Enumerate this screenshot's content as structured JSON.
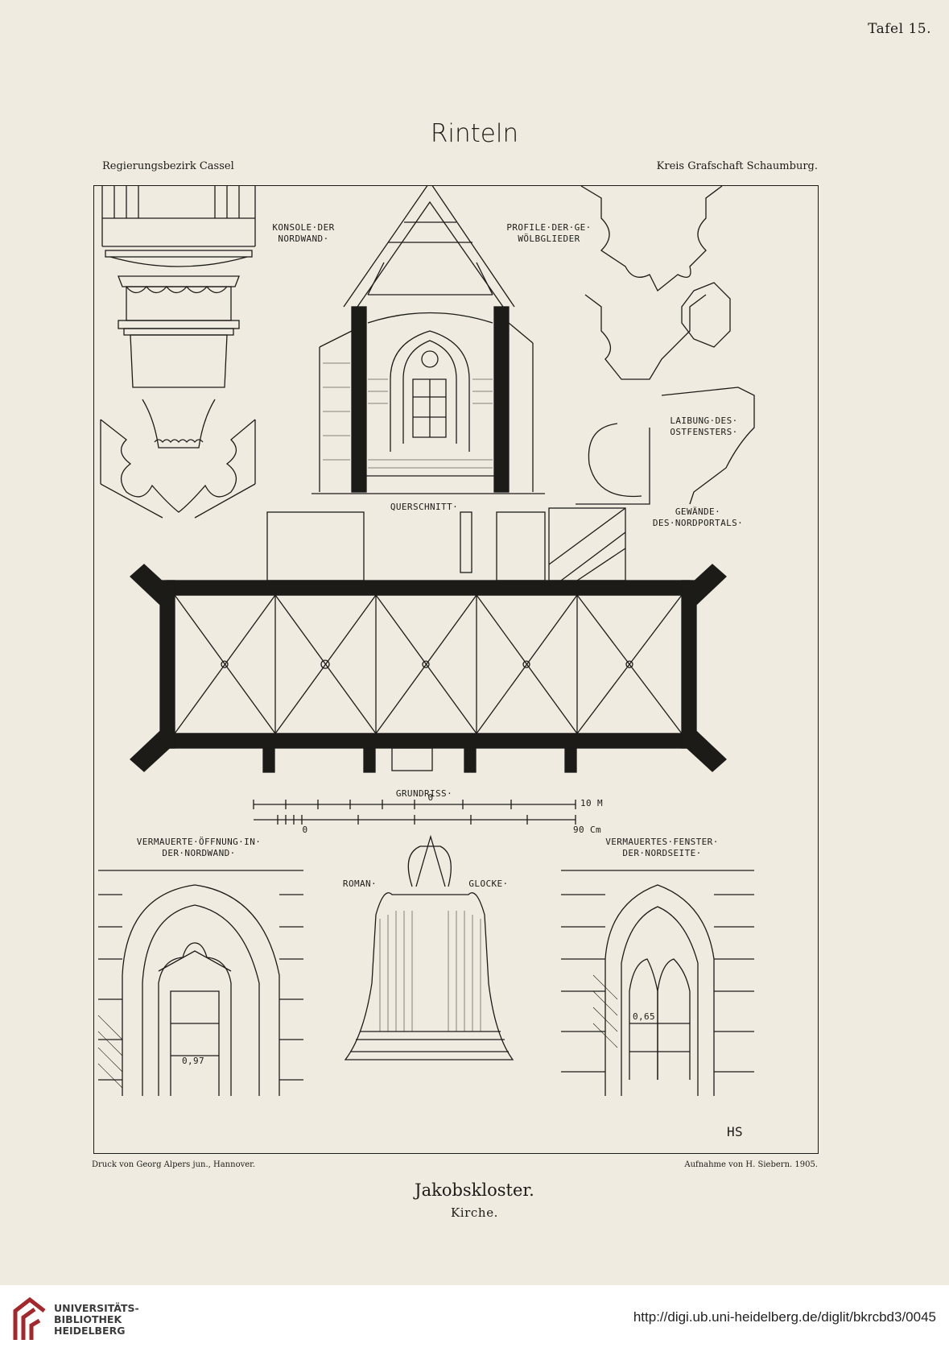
{
  "plate_number": "Tafel 15.",
  "title": "Rinteln",
  "region_left": "Regierungsbezirk Cassel",
  "region_right": "Kreis Grafschaft Schaumburg.",
  "labels": {
    "konsole": "KONSOLE·DER NORDWAND·",
    "profile": "PROFILE·DER·GE· WÖLBGLIEDER",
    "laibung": "LAIBUNG·DES· OSTFENSTERS·",
    "gewaende": "GEWÄNDE· DES·NORDPORTALS·",
    "querschnitt": "QUERSCHNITT·",
    "grundriss": "GRUNDRISS·",
    "oeffnung": "VERMAUERTE·ÖFFNUNG·IN· DER·NORDWAND·",
    "fenster": "VERMAUERTES·FENSTER· DER·NORDSEITE·",
    "roman": "ROMAN·",
    "glocke": "GLOCKE·",
    "scale_top_zero": "0",
    "scale_top_end": "10 M",
    "scale_bottom_zero": "0",
    "scale_bottom_end": "90 Cm",
    "dim_left": "0,97",
    "dim_right": "0,65",
    "monogram": "HS"
  },
  "footer_left": "Druck von Georg Alpers jun., Hannover.",
  "footer_right": "Aufnahme von H. Siebern.  1905.",
  "subtitle": "Jakobskloster.",
  "subsubtitle": "Kirche.",
  "library_name": "UNIVERSITÄTS- BIBLIOTHEK HEIDELBERG",
  "url": "http://digi.ub.uni-heidelberg.de/diglit/bkrcbd3/0045",
  "colors": {
    "paper": "#efebe0",
    "ink": "#1d1b18",
    "logo_red": "#a3272b"
  }
}
